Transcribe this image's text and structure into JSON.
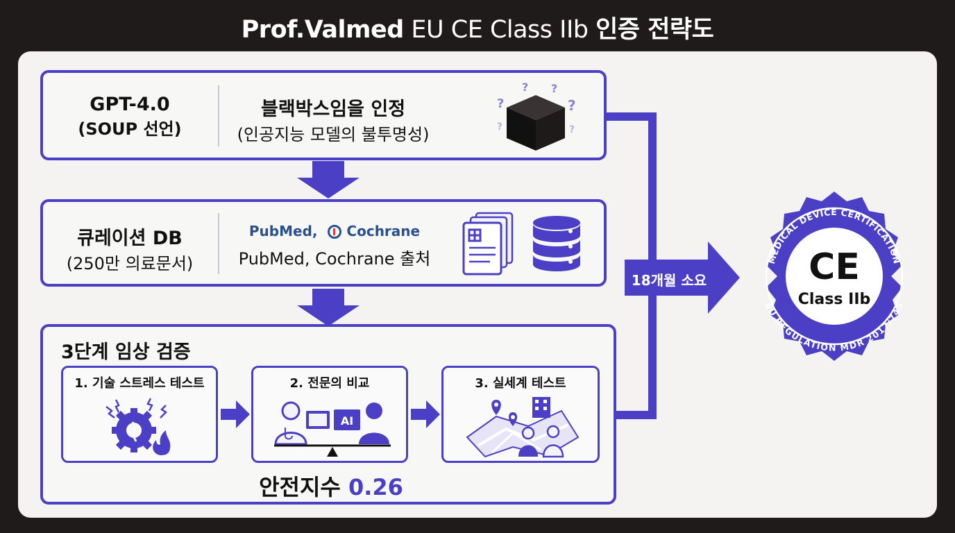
{
  "title": {
    "bold": "Prof.Valmed",
    "rest": " EU CE Class IIb ",
    "bold_tail": "인증 전략도"
  },
  "step1": {
    "left_main": "GPT-4.0",
    "left_sub": "(SOUP 선언)",
    "right_main": "블랙박스임을 인정",
    "right_sub": "(인공지능 모델의 불투명성)",
    "icon": "black-box-cube-icon"
  },
  "step2": {
    "left_main": "큐레이션 DB",
    "left_sub": "(250만 의료문서)",
    "logo_pubmed": "PubMed,",
    "logo_cochrane": "Cochrane",
    "right_sub": "PubMed, Cochrane 출처",
    "icons": [
      "documents-icon",
      "database-icon"
    ]
  },
  "step3": {
    "heading": "3단계 임상 검증",
    "stages": [
      {
        "label": "1. 기술 스트레스 테스트",
        "icon": "gear-stress-icon"
      },
      {
        "label": "2. 전문의 비교",
        "icon": "doctor-vs-ai-icon",
        "ai_text": "AI"
      },
      {
        "label": "3. 실세계 테스트",
        "icon": "real-world-map-icon"
      }
    ],
    "safety_label": "안전지수 ",
    "safety_value": "0.26"
  },
  "duration_label": "18개월 소요",
  "seal": {
    "mark": "CE",
    "class": "Class IIb",
    "top_text": "MEDICAL DEVICE CERTIFICATION",
    "bottom_text": "EU REGULATION MDR 2017/745"
  },
  "colors": {
    "accent": "#4b3fc6",
    "accent_light": "#6a5fdc",
    "background": "#1f1b1a",
    "panel": "#f4f3f1"
  }
}
